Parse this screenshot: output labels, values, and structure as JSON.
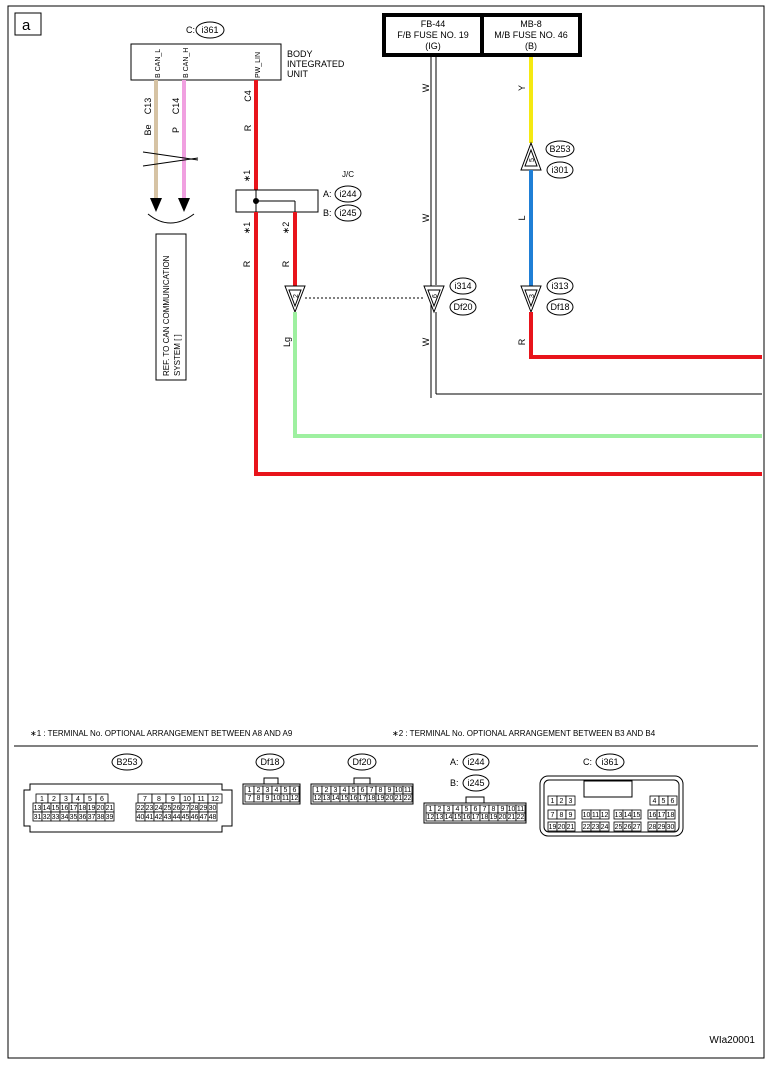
{
  "page_label": "a",
  "doc_id": "WIa20001",
  "body_unit": {
    "conn_prefix": "C:",
    "conn": "i361",
    "label_l1": "BODY",
    "label_l2": "INTEGRATED",
    "label_l3": "UNIT",
    "pins": [
      {
        "name": "B CAN_L",
        "pin": "C13",
        "color": "Be"
      },
      {
        "name": "B CAN_H",
        "pin": "C14",
        "color": "P"
      },
      {
        "name": "PW_LIN",
        "pin": "C4",
        "color": "R"
      }
    ]
  },
  "fuses": [
    {
      "id": "FB-44",
      "name": "F/B FUSE NO. 19",
      "sub": "(IG)"
    },
    {
      "id": "MB-8",
      "name": "M/B FUSE NO. 46",
      "sub": "(B)"
    }
  ],
  "jc": {
    "label": "J/C",
    "a_prefix": "A:",
    "a_conn": "i244",
    "b_prefix": "B:",
    "b_conn": "i245"
  },
  "ref_box": {
    "line1": "REF. TO CAN COMMUNICATION",
    "line2": "SYSTEM [  ]"
  },
  "wires": {
    "w_top": "W",
    "w_mid": "W",
    "w_bot": "W",
    "y": "Y",
    "l": "L",
    "r_b": "R",
    "r_c4": "R",
    "r_main": "R",
    "r_b2": "R",
    "lg": "Lg"
  },
  "stars": {
    "s1a": "∗1",
    "s1b": "∗1",
    "s2": "∗2"
  },
  "connectors": {
    "c_b253": "B253",
    "c_i301": "i301",
    "pin_b253": "5",
    "c_i314": "i314",
    "c_df20": "Df20",
    "pin_i314": "6",
    "c_i313": "i313",
    "c_df18": "Df18",
    "pin_i313": "3",
    "pin_jc2": "2"
  },
  "notes": {
    "n1": "∗1  : TERMINAL No. OPTIONAL ARRANGEMENT BETWEEN A8 AND A9",
    "n2": "∗2  : TERMINAL No. OPTIONAL ARRANGEMENT BETWEEN B3 AND B4"
  },
  "faces": {
    "b253": {
      "label": "B253",
      "row1a": [
        "1",
        "2",
        "3",
        "4",
        "5",
        "6"
      ],
      "row1b": [
        "7",
        "8",
        "9",
        "10",
        "11",
        "12"
      ],
      "row2a": [
        "13",
        "14",
        "15",
        "16",
        "17",
        "18",
        "19",
        "20",
        "21"
      ],
      "row2b": [
        "22",
        "23",
        "24",
        "25",
        "26",
        "27",
        "28",
        "29",
        "30"
      ],
      "row3a": [
        "31",
        "32",
        "33",
        "34",
        "35",
        "36",
        "37",
        "38",
        "39"
      ],
      "row3b": [
        "40",
        "41",
        "42",
        "43",
        "44",
        "45",
        "46",
        "47",
        "48"
      ]
    },
    "df18": {
      "label": "Df18",
      "row1": [
        "1",
        "2",
        "3",
        "4",
        "5",
        "6"
      ],
      "row2": [
        "7",
        "8",
        "9",
        "10",
        "11",
        "12"
      ]
    },
    "df20": {
      "label": "Df20",
      "row1": [
        "1",
        "2",
        "3",
        "4",
        "5",
        "6",
        "7",
        "8",
        "9",
        "10",
        "11"
      ],
      "row2": [
        "12",
        "13",
        "14",
        "15",
        "16",
        "17",
        "18",
        "19",
        "20",
        "21",
        "22"
      ]
    },
    "i244": {
      "prefix_a": "A:",
      "label_a": "i244",
      "prefix_b": "B:",
      "label_b": "i245",
      "row1": [
        "1",
        "2",
        "3",
        "4",
        "5",
        "6",
        "7",
        "8",
        "9",
        "10",
        "11"
      ],
      "row2": [
        "12",
        "13",
        "14",
        "15",
        "16",
        "17",
        "18",
        "19",
        "20",
        "21",
        "22"
      ]
    },
    "i361": {
      "prefix": "C:",
      "label": "i361",
      "r1a": [
        "1",
        "2",
        "3"
      ],
      "r1b": [
        "4",
        "5",
        "6"
      ],
      "r2a": [
        "7",
        "8",
        "9"
      ],
      "r2b": [
        "10",
        "11",
        "12"
      ],
      "r2c": [
        "13",
        "14",
        "15"
      ],
      "r2d": [
        "16",
        "17",
        "18"
      ],
      "r3a": [
        "19",
        "20",
        "21"
      ],
      "r3b": [
        "22",
        "23",
        "24"
      ],
      "r3c": [
        "25",
        "26",
        "27"
      ],
      "r3d": [
        "28",
        "29",
        "30"
      ]
    }
  },
  "colors": {
    "red": "#e8141b",
    "tan": "#d6c3a4",
    "pink": "#f0a0e0",
    "yellow": "#f5e912",
    "blue": "#1f7fd6",
    "lightgreen": "#9ef0a0",
    "black": "#000000"
  }
}
